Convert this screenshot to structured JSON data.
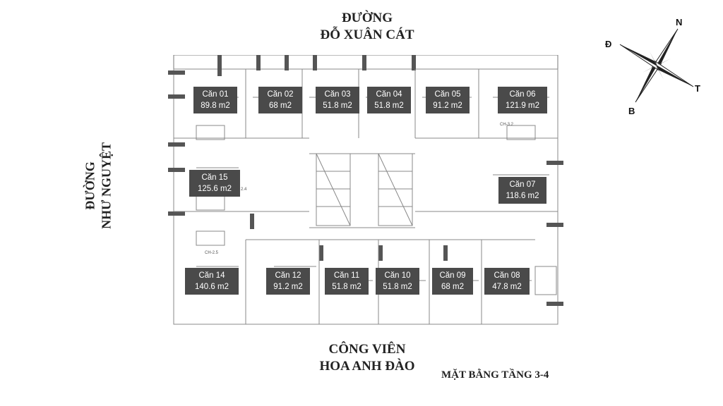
{
  "streets": {
    "top_line1": "ĐƯỜNG",
    "top_line2": "ĐỖ XUÂN CÁT",
    "left_line1": "ĐƯỜNG",
    "left_line2": "NHƯ NGUYỆT",
    "bottom_line1": "CÔNG VIÊN",
    "bottom_line2": "HOA ANH ĐÀO"
  },
  "floor_title": "MẶT BẰNG TẦNG 3-4",
  "compass": {
    "n": "N",
    "t": "T",
    "b": "B",
    "d": "Đ"
  },
  "colors": {
    "tag_bg": "#4a4a4a",
    "plan_line": "#666666",
    "accent": "#333333"
  },
  "units": [
    {
      "name": "Căn 01",
      "area": "89.8 m2"
    },
    {
      "name": "Căn 02",
      "area": "68 m2"
    },
    {
      "name": "Căn 03",
      "area": "51.8 m2"
    },
    {
      "name": "Căn 04",
      "area": "51.8 m2"
    },
    {
      "name": "Căn 05",
      "area": "91.2 m2"
    },
    {
      "name": "Căn 06",
      "area": "121.9 m2"
    },
    {
      "name": "Căn 07",
      "area": "118.6 m2"
    },
    {
      "name": "Căn 08",
      "area": "47.8 m2"
    },
    {
      "name": "Căn 09",
      "area": "68 m2"
    },
    {
      "name": "Căn 10",
      "area": "51.8 m2"
    },
    {
      "name": "Căn 11",
      "area": "51.8 m2"
    },
    {
      "name": "Căn 12",
      "area": "91.2 m2"
    },
    {
      "name": "Căn 14",
      "area": "140.6 m2"
    },
    {
      "name": "Căn 15",
      "area": "125.6 m2"
    }
  ],
  "room_labels": {
    "ch_1": "CH-3.2",
    "ch_2": "CH-2.5",
    "ch_3": "2.4"
  }
}
